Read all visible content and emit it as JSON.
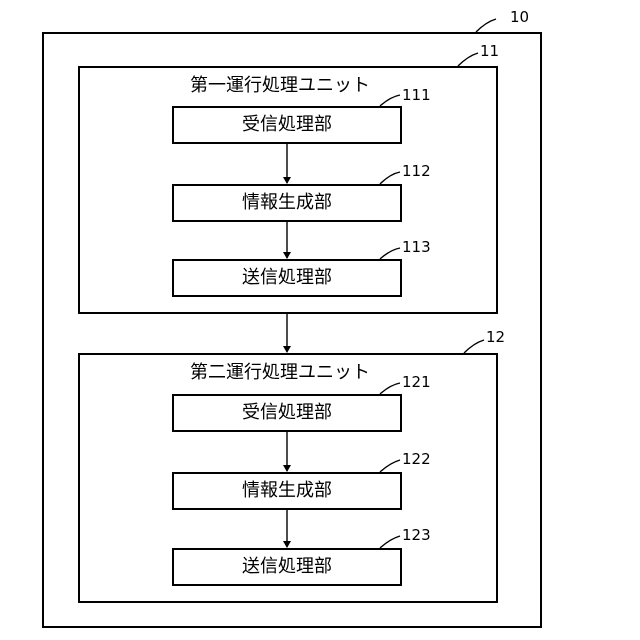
{
  "outer": {
    "ref": "10"
  },
  "unit1": {
    "ref": "11",
    "title": "第一運行処理ユニット",
    "blocks": [
      {
        "ref": "111",
        "label": "受信処理部"
      },
      {
        "ref": "112",
        "label": "情報生成部"
      },
      {
        "ref": "113",
        "label": "送信処理部"
      }
    ]
  },
  "unit2": {
    "ref": "12",
    "title": "第二運行処理ユニット",
    "blocks": [
      {
        "ref": "121",
        "label": "受信処理部"
      },
      {
        "ref": "122",
        "label": "情報生成部"
      },
      {
        "ref": "123",
        "label": "送信処理部"
      }
    ]
  }
}
